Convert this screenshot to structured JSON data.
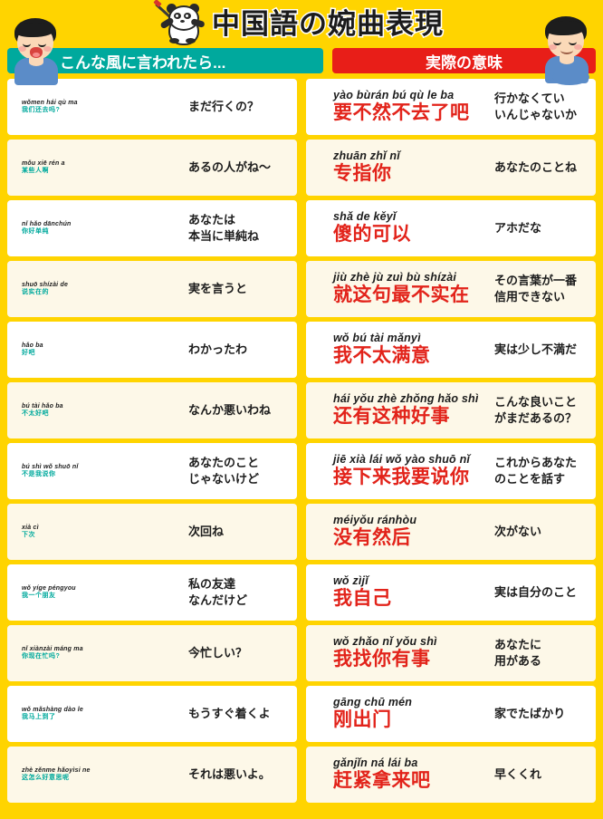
{
  "poster": {
    "title": "中国語の婉曲表現",
    "mascot": "panda-icon",
    "bg_color": "#FFD400",
    "left_accent": "#00A99D",
    "right_accent": "#E81E18"
  },
  "columns": {
    "left_header": "こんな風に言われたら...",
    "right_header": "実際の意味"
  },
  "rows": [
    {
      "left": {
        "pinyin": "wǒmen hái qù ma",
        "hanzi": "我们还去吗?",
        "gloss": "まだ行くの？"
      },
      "right": {
        "pinyin": "yào bùrán bú qù le ba",
        "hanzi": "要不然不去了吧",
        "gloss": "行かなくてい\nいんじゃないか"
      }
    },
    {
      "left": {
        "pinyin": "mǒu xiē rén a",
        "hanzi": "某些人啊",
        "gloss": "あるの人がね〜"
      },
      "right": {
        "pinyin": "zhuān zhǐ nǐ",
        "hanzi": "专指你",
        "gloss": "あなたのことね"
      }
    },
    {
      "left": {
        "pinyin": "nǐ hǎo dānchún",
        "hanzi": "你好单纯",
        "gloss": "あなたは\n本当に単純ね"
      },
      "right": {
        "pinyin": "shǎ de kěyǐ",
        "hanzi": "傻的可以",
        "gloss": "アホだな"
      }
    },
    {
      "left": {
        "pinyin": "shuō shízài de",
        "hanzi": "说实在的",
        "gloss": "実を言うと"
      },
      "right": {
        "pinyin": "jiù zhè jù zuì bù shízài",
        "hanzi": "就这句最不实在",
        "gloss": "その言葉が一番\n信用できない"
      }
    },
    {
      "left": {
        "pinyin": "hǎo ba",
        "hanzi": "好吧",
        "gloss": "わかったわ"
      },
      "right": {
        "pinyin": "wǒ bú tài mǎnyì",
        "hanzi": "我不太满意",
        "gloss": "実は少し不満だ"
      }
    },
    {
      "left": {
        "pinyin": "bú tài hǎo ba",
        "hanzi": "不太好吧",
        "gloss": "なんか悪いわね"
      },
      "right": {
        "pinyin": "hái yǒu zhè zhǒng hǎo shì",
        "hanzi": "还有这种好事",
        "gloss": "こんな良いこと\nがまだあるの？"
      }
    },
    {
      "left": {
        "pinyin": "bú shì wǒ shuō nǐ",
        "hanzi": "不是我说你",
        "gloss": "あなたのこと\nじゃないけど"
      },
      "right": {
        "pinyin": "jiē xià lái wǒ yào shuō nǐ",
        "hanzi": "接下来我要说你",
        "gloss": "これからあなた\nのことを話す"
      }
    },
    {
      "left": {
        "pinyin": "xià cì",
        "hanzi": "下次",
        "gloss": "次回ね"
      },
      "right": {
        "pinyin": "méiyǒu ránhòu",
        "hanzi": "没有然后",
        "gloss": "次がない"
      }
    },
    {
      "left": {
        "pinyin": "wǒ yíge péngyou",
        "hanzi": "我一个朋友",
        "gloss": "私の友達\nなんだけど"
      },
      "right": {
        "pinyin": "wǒ zìjǐ",
        "hanzi": "我自己",
        "gloss": "実は自分のこと"
      }
    },
    {
      "left": {
        "pinyin": "nǐ xiànzài máng ma",
        "hanzi": "你现在忙吗?",
        "gloss": "今忙しい？"
      },
      "right": {
        "pinyin": "wǒ zhǎo nǐ yǒu shì",
        "hanzi": "我找你有事",
        "gloss": "あなたに\n用がある"
      }
    },
    {
      "left": {
        "pinyin": "wǒ mǎshàng dào le",
        "hanzi": "我马上到了",
        "gloss": "もうすぐ着くよ"
      },
      "right": {
        "pinyin": "gāng chū mén",
        "hanzi": "刚出门",
        "gloss": "家でたばかり"
      }
    },
    {
      "left": {
        "pinyin": "zhè zěnme hǎoyìsi ne",
        "hanzi": "这怎么好意思呢",
        "gloss": "それは悪いよ。"
      },
      "right": {
        "pinyin": "gǎnjǐn ná lái ba",
        "hanzi": "赶紧拿来吧",
        "gloss": "早くくれ"
      }
    }
  ]
}
